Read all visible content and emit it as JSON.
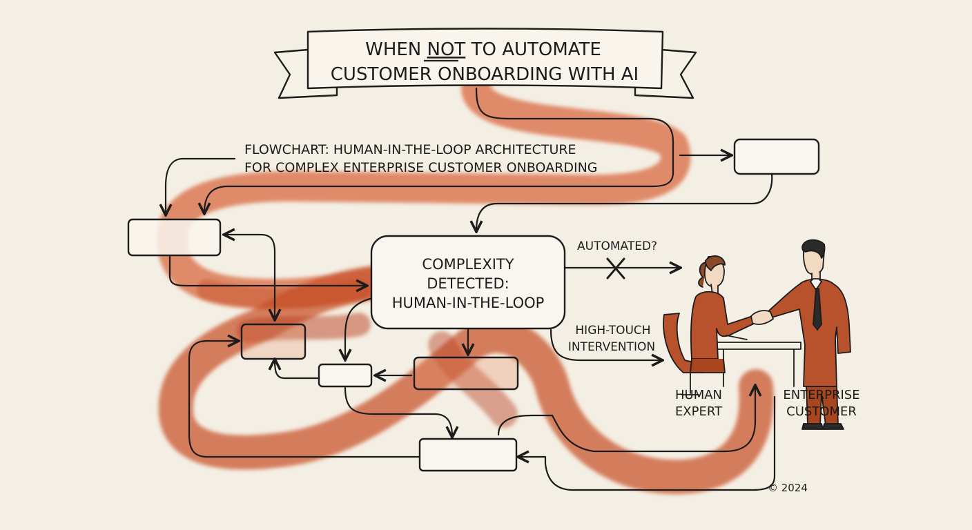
{
  "title": {
    "line1_before": "WHEN ",
    "line1_emph": "NOT",
    "line1_after": " TO AUTOMATE",
    "line2": "CUSTOMER ONBOARDING WITH AI"
  },
  "subtitle": {
    "line1": "FLOWCHART: HUMAN-IN-THE-LOOP ARCHITECTURE",
    "line2": "FOR COMPLEX ENTERPRISE CUSTOMER ONBOARDING"
  },
  "central_node": {
    "line1": "COMPLEXITY",
    "line2": "DETECTED:",
    "line3": "HUMAN-IN-THE-LOOP"
  },
  "edge_labels": {
    "automated": "AUTOMATED?",
    "high_touch_1": "HIGH-TOUCH",
    "high_touch_2": "INTERVENTION"
  },
  "people": {
    "expert_1": "HUMAN",
    "expert_2": "EXPERT",
    "customer_1": "ENTERPRISE",
    "customer_2": "CUSTOMER"
  },
  "copyright": "© 2024",
  "colors": {
    "background": "#f4efe4",
    "ink": "#1c1c1c",
    "watercolor": "#c8502a",
    "watercolor_light": "#e08a63",
    "suit": "#b8522d",
    "hair": "#8a4a2a",
    "skin": "#f2d9c2"
  }
}
